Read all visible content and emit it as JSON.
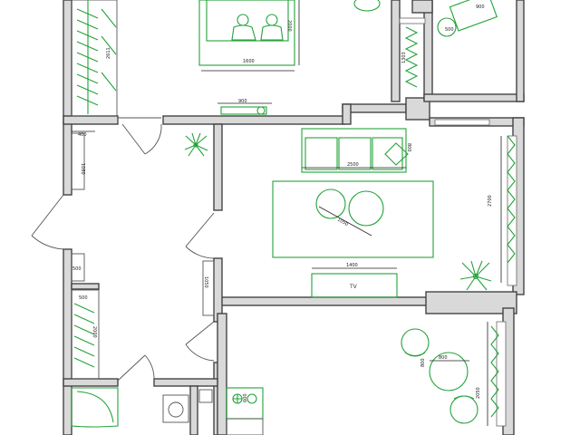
{
  "plan": {
    "dimensions": {
      "bed_width": "1600",
      "bed_length": "2000",
      "bedroom_dresser": "900",
      "closet_length": "2611",
      "balcony_chair": "900",
      "balcony_table": "500",
      "balcony_depth": "1303",
      "hall_cabinet_width": "400",
      "hall_cabinet_length": "1080",
      "sofa_width": "2500",
      "sofa_depth": "800",
      "coffee_table": "1050",
      "living_window": "2700",
      "tv_stand": "1400",
      "hall_wardrobe": "1050",
      "storage_width": "500",
      "storage_length": "2000",
      "shoe_rack": "500",
      "dining_table": "800",
      "dining_table_depth": "800",
      "kitchen_window": "2050",
      "stove_width": "600"
    },
    "labels": {
      "tv": "TV"
    }
  },
  "colors": {
    "furniture": "#23a23a",
    "walls": "#d9d9d9",
    "outline": "#444444"
  }
}
